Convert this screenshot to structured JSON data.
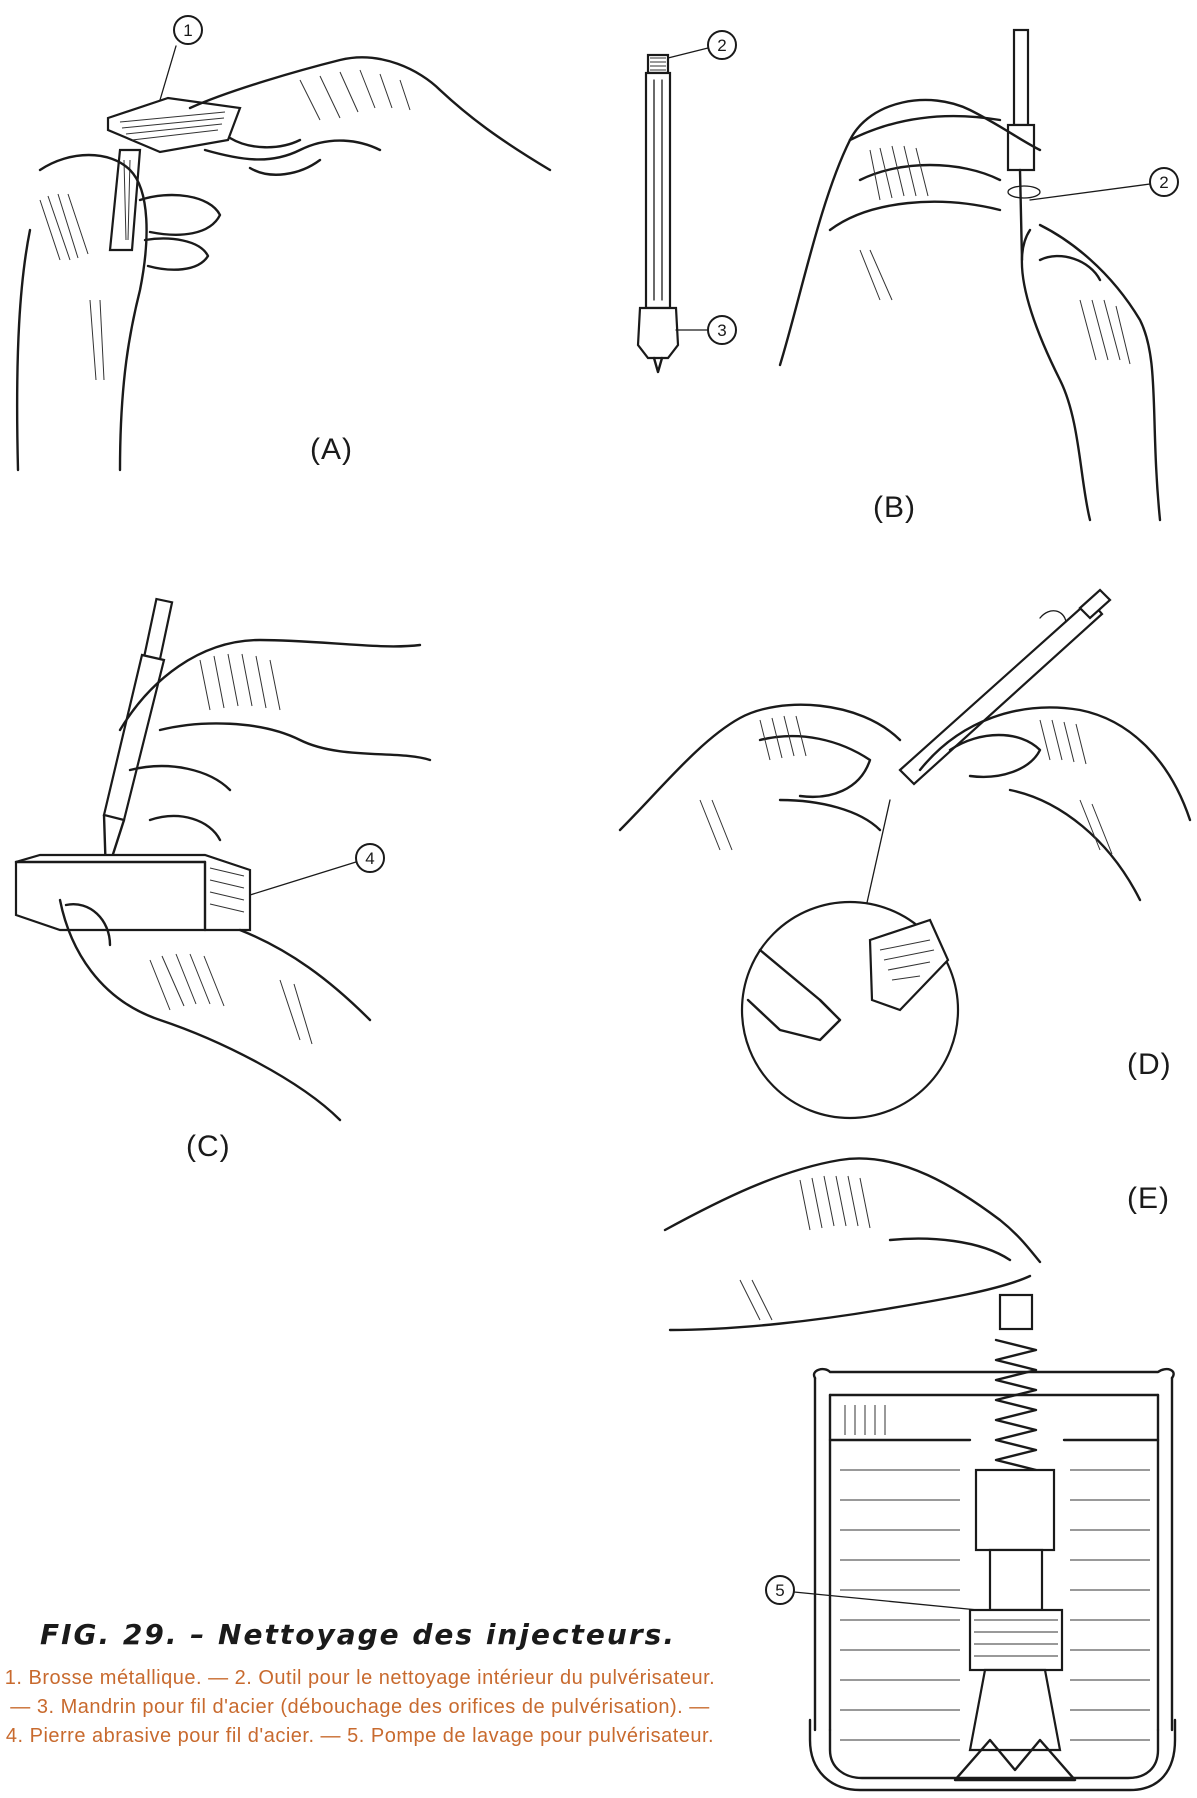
{
  "figure": {
    "title": "FIG. 29. – Nettoyage des injecteurs.",
    "caption": "1. Brosse métallique. — 2. Outil pour le nettoyage intérieur du pulvérisateur. — 3. Mandrin pour fil d'acier (débouchage des orifices de pulvérisation). — 4. Pierre abrasive pour fil d'acier. — 5. Pompe de lavage pour pulvérisateur."
  },
  "panels": {
    "a": "(A)",
    "b": "(B)",
    "c": "(C)",
    "d": "(D)",
    "e": "(E)"
  },
  "callouts": {
    "c1": "1",
    "c2_top": "2",
    "c3": "3",
    "c2_b": "2",
    "c4": "4",
    "c5": "5"
  },
  "colors": {
    "ink": "#1a1a1a",
    "caption": "#c86a2e"
  }
}
